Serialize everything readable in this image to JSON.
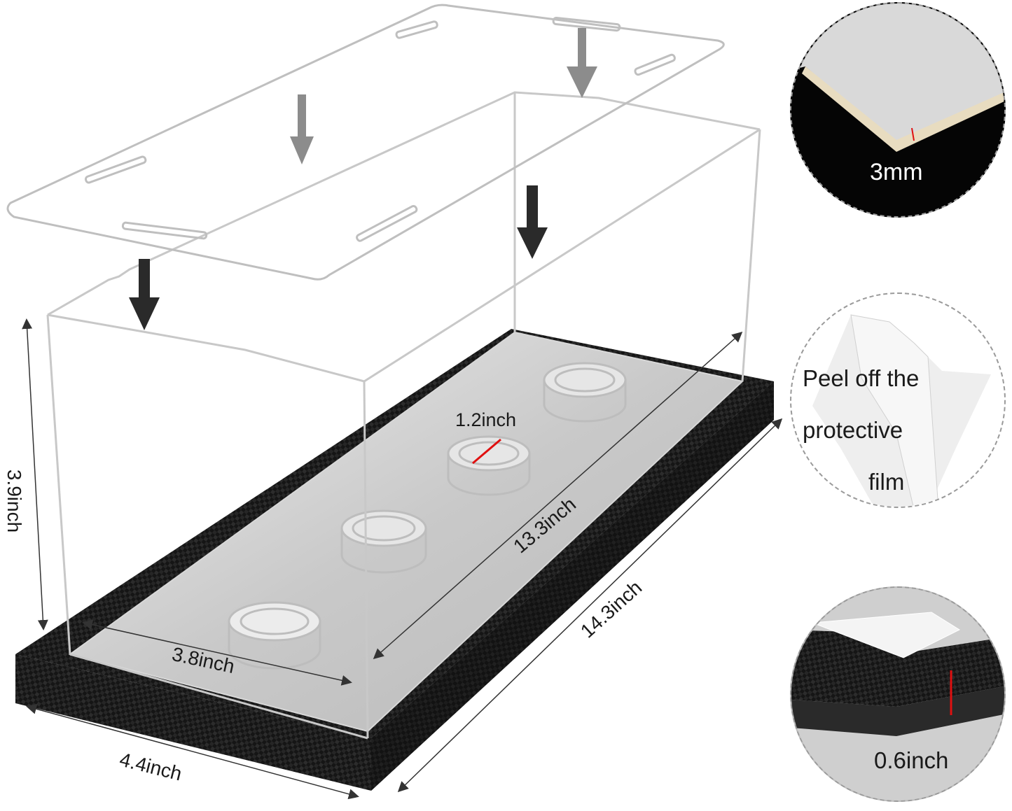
{
  "dimensions": {
    "height_label": "3.9inch",
    "inner_length_label": "13.3inch",
    "outer_length_label": "14.3inch",
    "inner_width_label": "3.8inch",
    "outer_width_label": "4.4inch",
    "stand_diameter_label": "1.2inch"
  },
  "callouts": {
    "thickness": {
      "label": "3mm"
    },
    "film": {
      "line1": "Peel off the",
      "line2": "protective",
      "line3": "film"
    },
    "base": {
      "label": "0.6inch"
    }
  },
  "colors": {
    "acrylic_edge": "#c8c8c8",
    "base": "#141414",
    "arrow_light": "#8c8c8c",
    "arrow_dark": "#2a2a2a",
    "accent_red": "#e01010"
  }
}
